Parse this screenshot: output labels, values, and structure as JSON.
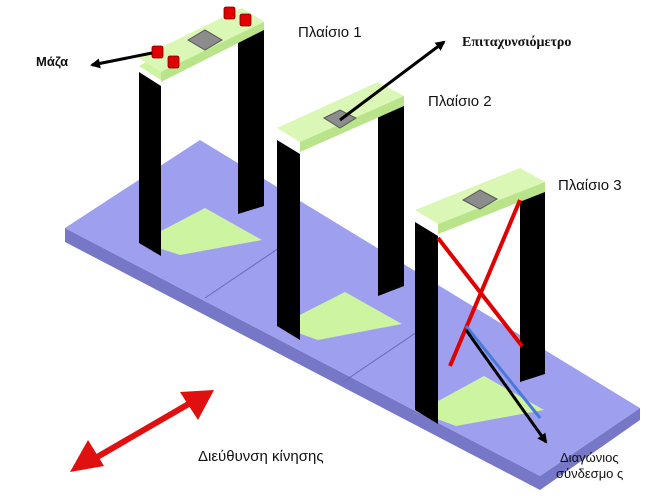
{
  "labels": {
    "frame1": "Πλαίσιο 1",
    "frame2": "Πλαίσιο 2",
    "frame3": "Πλαίσιο 3",
    "mass": "Μάζα",
    "accelerometer": "Επιταχυνσιόμετρο",
    "diagonal_line1": "Διαγώνιος",
    "diagonal_line2": "σύνδεσμο ς",
    "motion_direction": "Διεύθυνση κίνησης"
  },
  "colors": {
    "base_top": "#9f9ff0",
    "base_side": "#7777c8",
    "frame_top": "#cdf4a0",
    "frame_column": "#000000",
    "mass": "#e00000",
    "accelerometer": "#8c8c8c",
    "diagonal_brace": "#e00000",
    "motion_arrow": "#e01010"
  }
}
